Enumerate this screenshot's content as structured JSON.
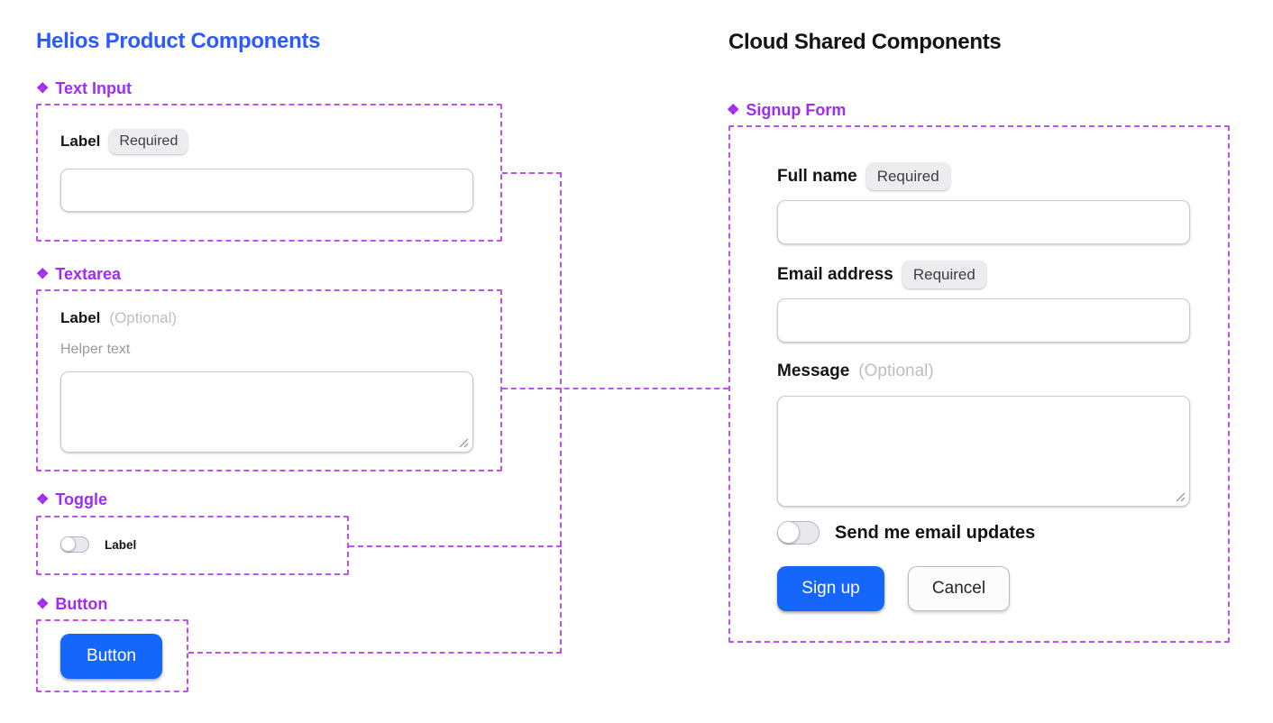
{
  "colors": {
    "heading_blue": "#2b5bff",
    "heading_dark": "#131316",
    "component_purple": "#a22bf2",
    "wire_purple": "#c04ff7",
    "primary_blue": "#1567fb",
    "badge_bg": "#ededf0"
  },
  "left": {
    "title": "Helios Product Components",
    "sections": {
      "text_input": {
        "icon": "❖",
        "name": "Text Input",
        "field_label": "Label",
        "badge": "Required",
        "input_value": "",
        "input_placeholder": ""
      },
      "textarea": {
        "icon": "❖",
        "name": "Textarea",
        "field_label": "Label",
        "optional_suffix": "(Optional)",
        "helper_text": "Helper text",
        "textarea_value": ""
      },
      "toggle": {
        "icon": "❖",
        "name": "Toggle",
        "toggle_label": "Label",
        "toggle_state": "off"
      },
      "button": {
        "icon": "❖",
        "name": "Button",
        "button_label": "Button"
      }
    }
  },
  "right": {
    "title": "Cloud Shared Components",
    "signup_form": {
      "icon": "❖",
      "name": "Signup Form",
      "fields": {
        "full_name": {
          "label": "Full name",
          "badge": "Required",
          "value": ""
        },
        "email": {
          "label": "Email address",
          "badge": "Required",
          "value": ""
        },
        "message": {
          "label": "Message",
          "optional_suffix": "(Optional)",
          "value": ""
        }
      },
      "toggle_label": "Send me email updates",
      "toggle_state": "off",
      "submit_label": "Sign up",
      "cancel_label": "Cancel"
    }
  }
}
